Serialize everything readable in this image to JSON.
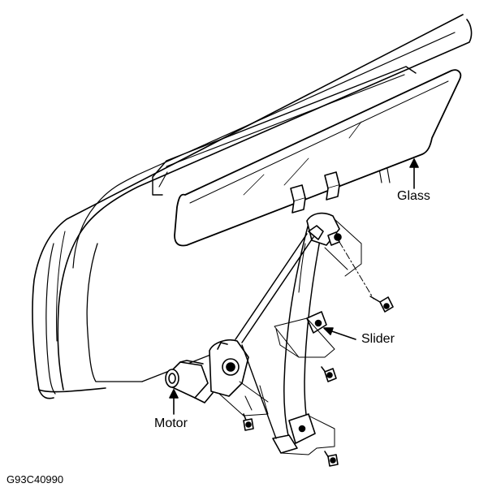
{
  "labels": {
    "glass": "Glass",
    "slider": "Slider",
    "motor": "Motor"
  },
  "figure_code": "G93C40990"
}
